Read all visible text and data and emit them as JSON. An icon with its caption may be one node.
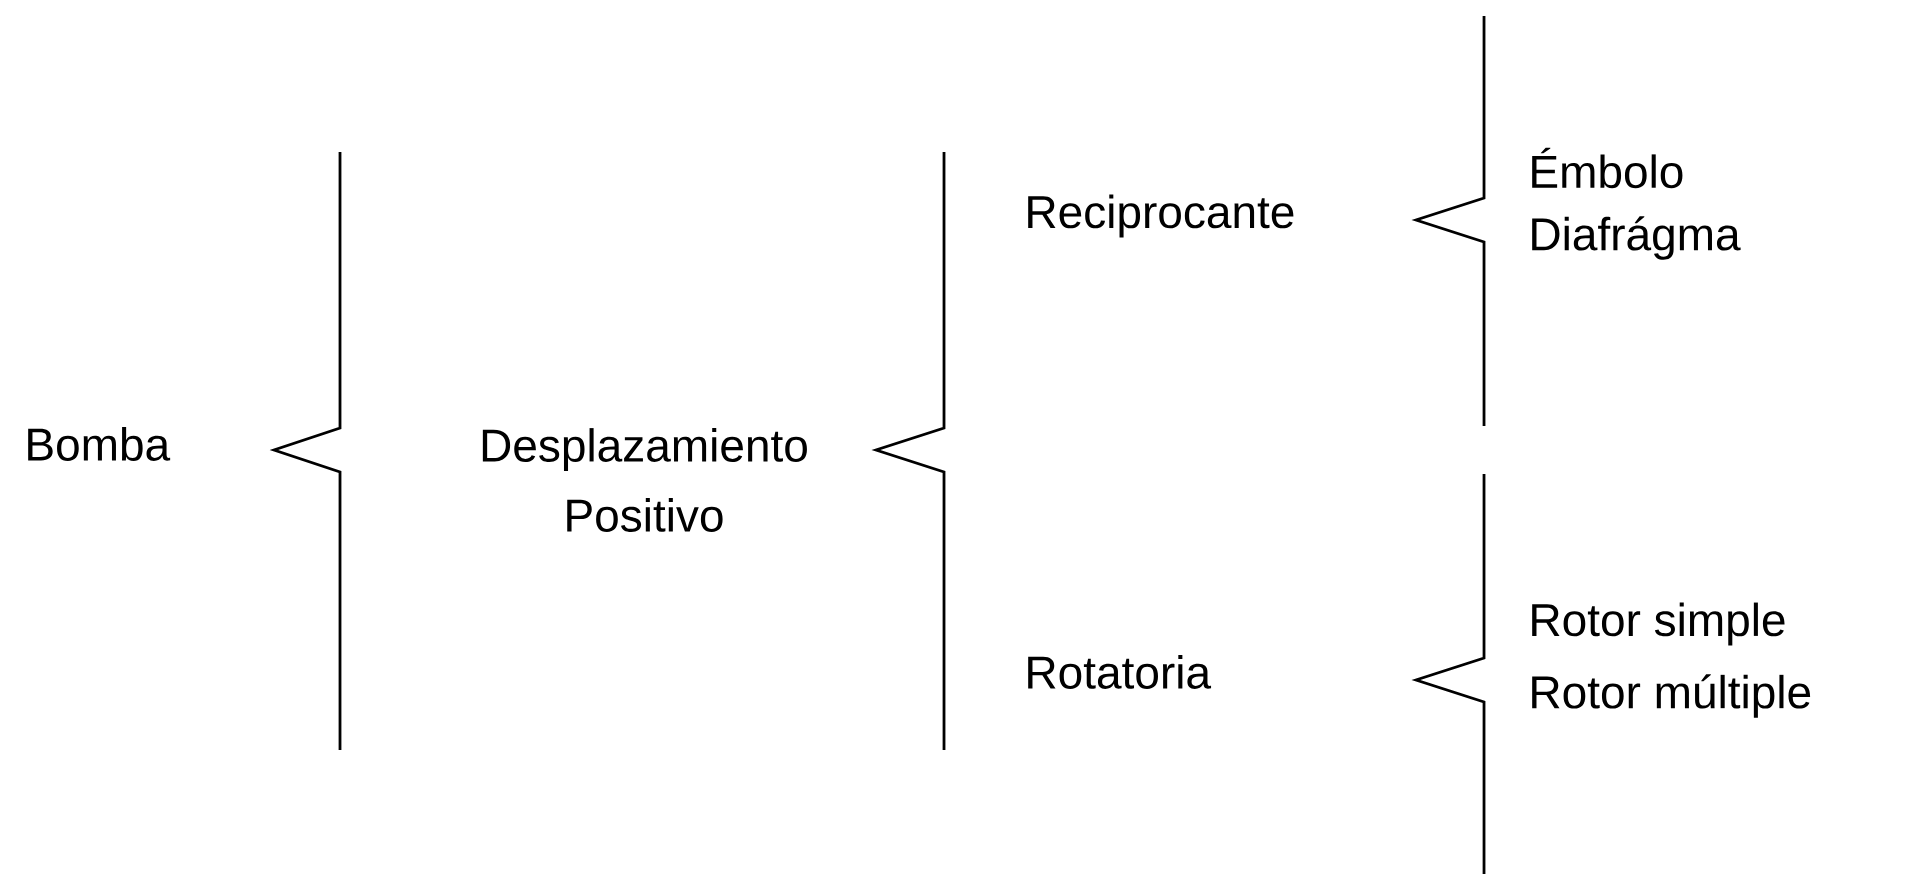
{
  "diagram": {
    "labels": [
      "Bomba",
      "Desplazamiento Positivo",
      "Reciprocante",
      "Émbolo",
      "Diafrágma",
      "Rotatoria",
      "Rotor simple",
      "Rotor múltiple"
    ]
  }
}
